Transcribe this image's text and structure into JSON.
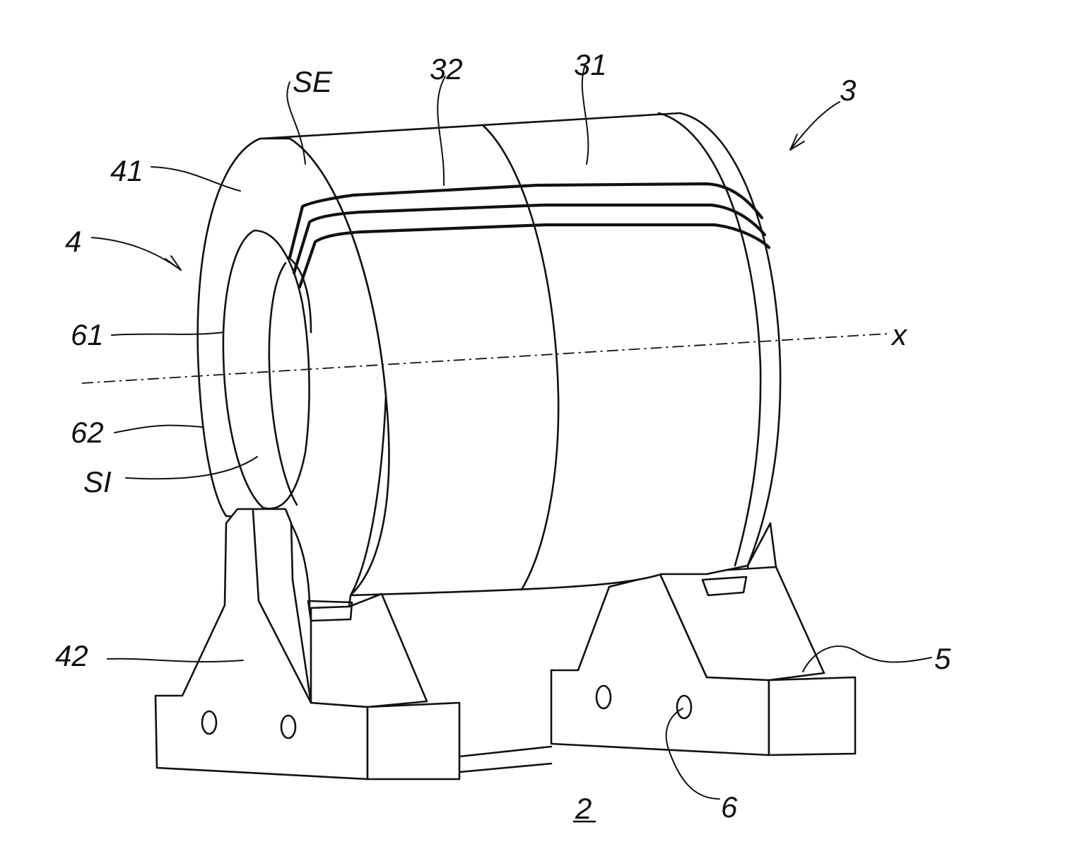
{
  "labels": {
    "ref_3": "3",
    "ref_4": "4",
    "ref_se": "SE",
    "ref_32": "32",
    "ref_31": "31",
    "ref_41": "41",
    "ref_61": "61",
    "ref_x": "x",
    "ref_62": "62",
    "ref_si": "SI",
    "ref_42": "42",
    "ref_5": "5",
    "ref_6": "6",
    "ref_2": "2"
  }
}
